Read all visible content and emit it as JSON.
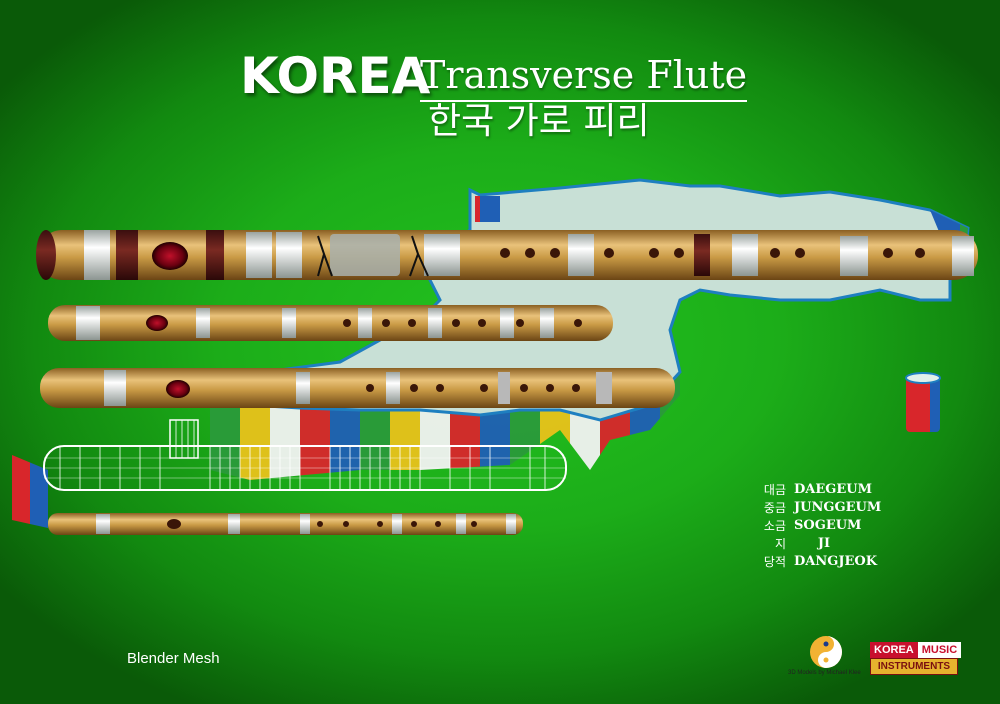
{
  "header": {
    "title": "KOREA",
    "subtitle": "Transverse Flute",
    "korean_title": "한국 가로 피리"
  },
  "legend": [
    {
      "korean": "대금",
      "english": "DAEGEUM"
    },
    {
      "korean": "중금",
      "english": "JUNGGEUM"
    },
    {
      "korean": "소금",
      "english": "SOGEUM"
    },
    {
      "korean": "지",
      "english": "JI"
    },
    {
      "korean": "당적",
      "english": "DANGJEOK"
    }
  ],
  "footer": {
    "blender_label": "Blender Mesh",
    "credit": "3D Models by Michael Klee",
    "badge_korea": "KOREA",
    "badge_music": "MUSIC",
    "badge_instruments": "INSTRUMENTS"
  },
  "colors": {
    "background": "#1cad19",
    "bamboo": "#c99a45",
    "binding": "#e8ecea",
    "map": "#c8e0d6",
    "map_edge": "#1e7fc0"
  }
}
